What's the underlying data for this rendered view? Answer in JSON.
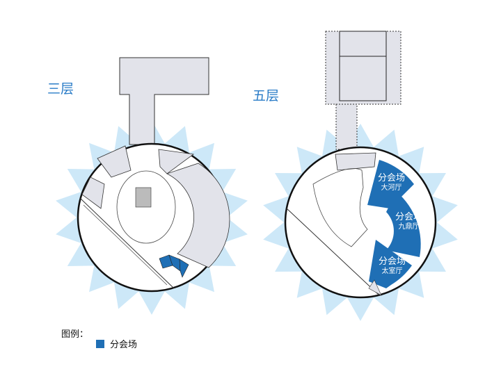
{
  "floors": {
    "third": {
      "title": "三层"
    },
    "fifth": {
      "title": "五层",
      "rooms": [
        {
          "name": "分会场",
          "hall": "大河厅"
        },
        {
          "name": "分会场",
          "hall": "九鼎厅"
        },
        {
          "name": "分会场",
          "hall": "太室厅"
        }
      ]
    }
  },
  "legend": {
    "title": "图例：",
    "items": [
      {
        "label": "分会场",
        "color": "#1f6fb5"
      }
    ]
  },
  "colors": {
    "burst": "#cde8f8",
    "room": "#1f6fb5",
    "gray": "#e2e3ea"
  }
}
